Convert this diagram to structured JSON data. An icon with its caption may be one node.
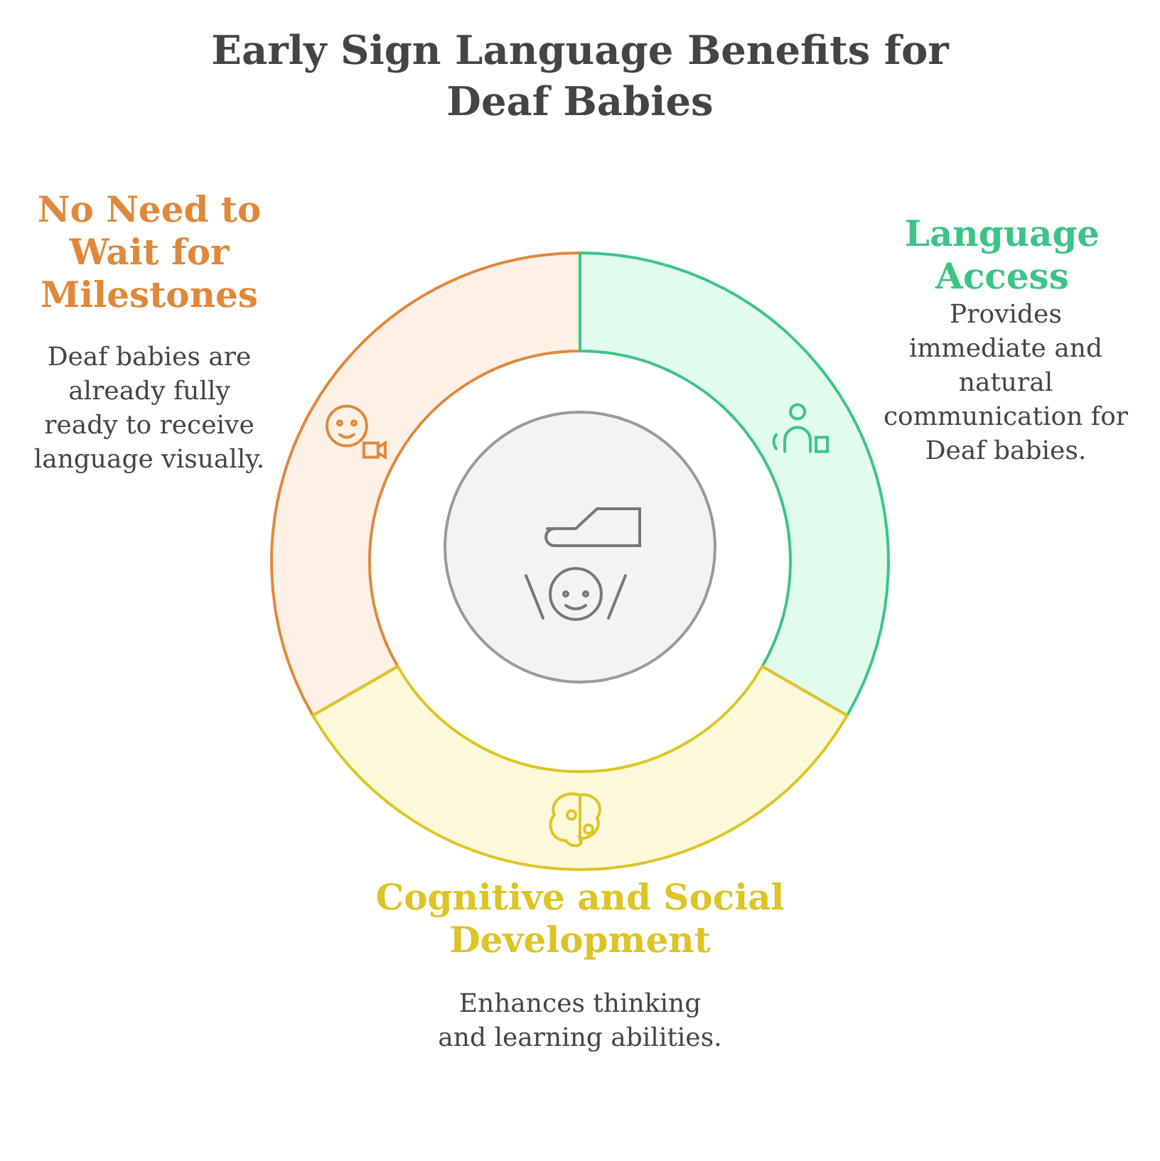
{
  "diagram": {
    "title": "Early Sign Language Benefits for Deaf Babies",
    "nodes": [
      {
        "text": [
          "No Need to Wait for Milestones",
          "Deaf babies are already fully ready to receive language visually."
        ]
      },
      {
        "text": [
          "Language Access",
          "Provides immediate and natural communication for Deaf babies."
        ]
      },
      {
        "text": [
          "Cognitive and Social Development",
          "Enhances thinking and learning abilities."
        ]
      },
      {
        "text": [],
        "shape": "circle"
      }
    ],
    "edges": []
  }
}
